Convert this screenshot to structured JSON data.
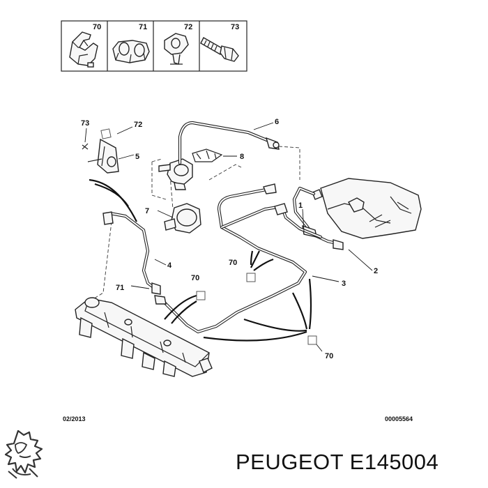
{
  "header_parts": [
    "70",
    "71",
    "72",
    "73"
  ],
  "callouts": {
    "c73": "73",
    "c72": "72",
    "c5": "5",
    "c6": "6",
    "c8": "8",
    "c7": "7",
    "c1": "1",
    "c2": "2",
    "c4": "4",
    "c71": "71",
    "c70a": "70",
    "c70b": "70",
    "c3": "3",
    "c70c": "70"
  },
  "date_code": "02/2013",
  "diagram_code": "00005564",
  "brand": "PEUGEOT",
  "part_number": "E145004",
  "colors": {
    "ink": "#111111",
    "background": "#ffffff"
  },
  "icons": [
    "lion-logo-icon",
    "clip-icon",
    "screw-icon"
  ]
}
